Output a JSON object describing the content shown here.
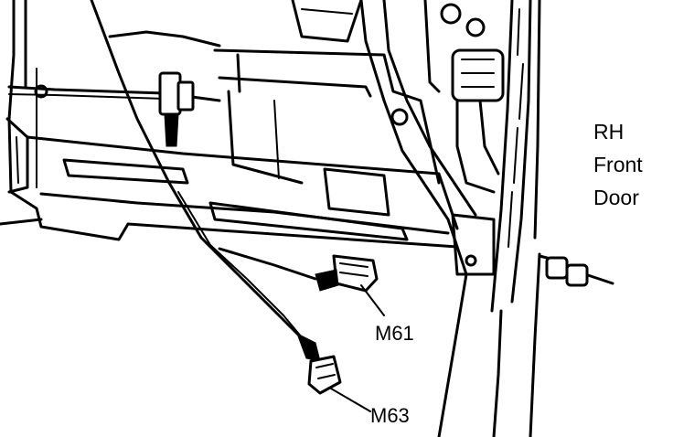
{
  "title": {
    "lines": [
      "RH",
      "Front",
      "Door"
    ]
  },
  "callouts": {
    "m61": "M61",
    "m63": "M63"
  },
  "colors": {
    "ink": "#000000",
    "paper": "#ffffff"
  }
}
